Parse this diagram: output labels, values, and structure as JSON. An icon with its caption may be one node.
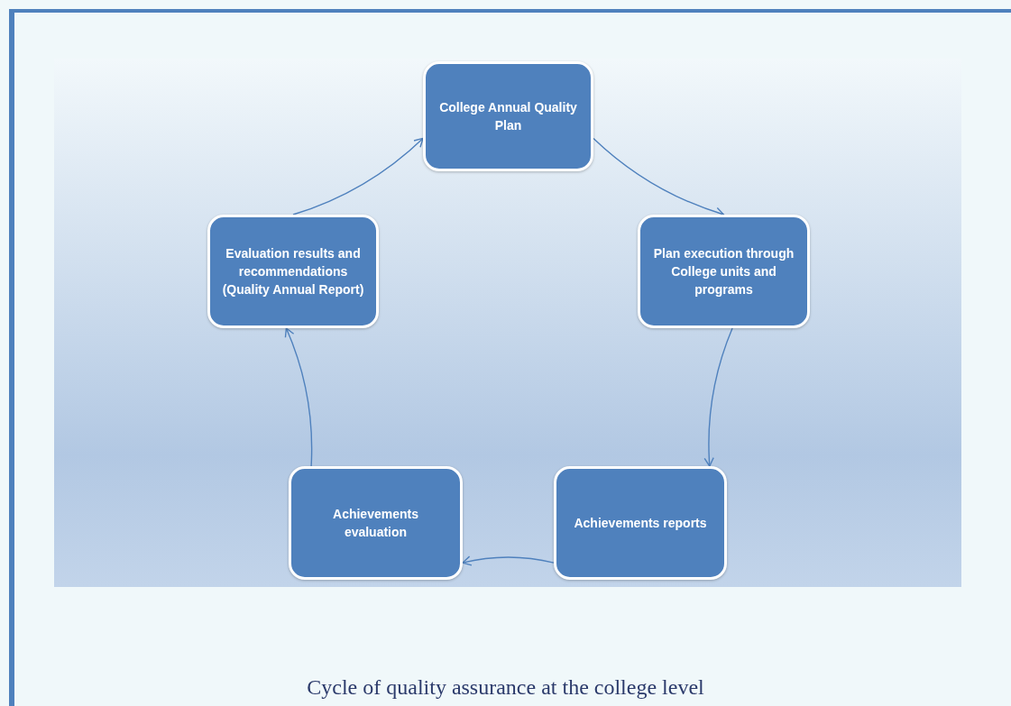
{
  "diagram": {
    "caption": "Cycle of quality assurance at the college level",
    "nodes": [
      {
        "text": [
          "College Annual Quality Plan"
        ]
      },
      {
        "text": [
          "Plan execution through College units and programs"
        ]
      },
      {
        "text": [
          "Achievements reports"
        ]
      },
      {
        "text": [
          "Achievements evaluation"
        ]
      },
      {
        "text": [
          "Evaluation results and recommendations (Quality Annual Report)"
        ]
      }
    ],
    "edges": [
      {
        "from": 0,
        "to": 1,
        "arrow": "to"
      },
      {
        "from": 1,
        "to": 2,
        "arrow": "to"
      },
      {
        "from": 2,
        "to": 3,
        "arrow": "to"
      },
      {
        "from": 3,
        "to": 4,
        "arrow": "to"
      },
      {
        "from": 4,
        "to": 0,
        "arrow": "to"
      }
    ]
  }
}
